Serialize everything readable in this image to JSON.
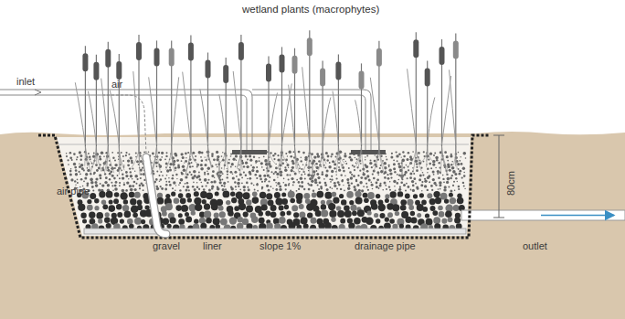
{
  "diagram": {
    "title": "wetland plants (macrophytes)",
    "labels": [
      "inlet",
      "air",
      "air pipe",
      "80cm",
      "gravel",
      "liner",
      "slope 1%",
      "drainage pipe",
      "outlet"
    ]
  }
}
